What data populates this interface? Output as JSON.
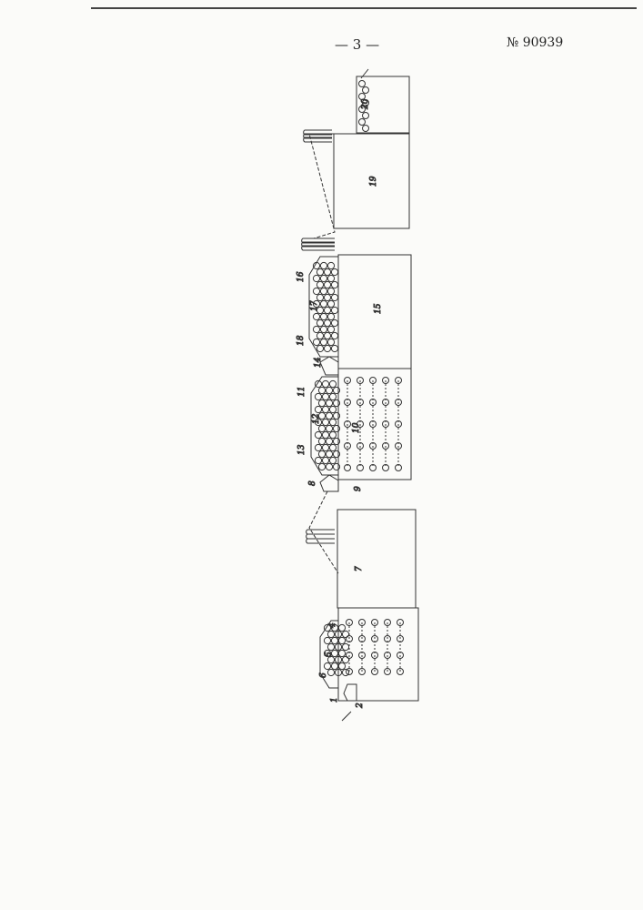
{
  "header": {
    "page_number": "— 3 —",
    "patent_number": "№ 90939"
  },
  "figure": {
    "labels": {
      "l1": "1",
      "l2": "2",
      "l4": "4",
      "l5": "5",
      "l6": "6",
      "l7": "7",
      "l8": "8",
      "l9": "9",
      "l10": "10",
      "l11": "11",
      "l12": "12",
      "l13": "13",
      "l14": "14",
      "l15": "15",
      "l16": "16",
      "l17": "17",
      "l18": "18",
      "l19": "19",
      "l20": "20"
    }
  }
}
